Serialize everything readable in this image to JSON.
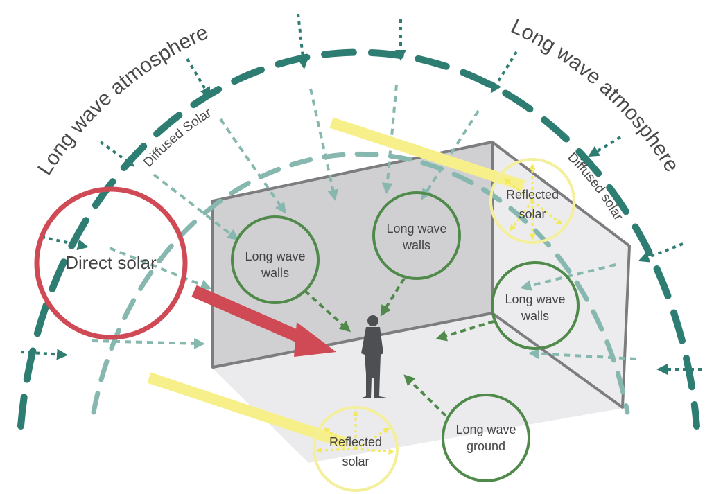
{
  "labels": {
    "atmosphere_left": "Long wave atmosphere",
    "atmosphere_right": "Long wave atmosphere",
    "diffused_left": "Diffused Solar",
    "diffused_right": "Diffused solar",
    "direct_solar": "Direct solar",
    "lw_walls_1": [
      "Long wave",
      "walls"
    ],
    "lw_walls_2": [
      "Long wave",
      "walls"
    ],
    "lw_walls_3": [
      "Long wave",
      "walls"
    ],
    "reflected_top": [
      "Reflected",
      "solar"
    ],
    "reflected_bottom": [
      "Reflected",
      "solar"
    ],
    "lw_ground": [
      "Long wave",
      "ground"
    ]
  },
  "colors": {
    "atmosphere": "#2e7d72",
    "diffused": "#86b8b0",
    "direct_solar": "#cf4a55",
    "longwave": "#4f8a4a",
    "reflected": "#f7f08a",
    "reflected_circle": "#f4ef9a",
    "wall": "#d0d0d2",
    "wall_edge": "#7d7d80",
    "side_wall": "#ececee",
    "ground": "#ebebed",
    "person": "#4e4f52"
  }
}
